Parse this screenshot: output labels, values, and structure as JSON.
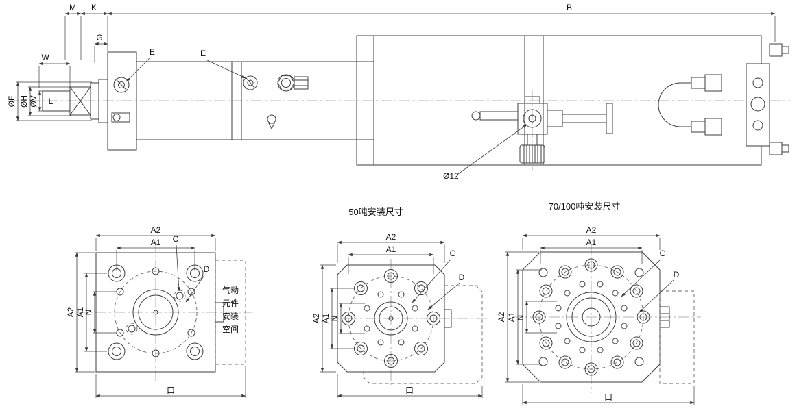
{
  "side_view": {
    "dim_M": "M",
    "dim_K": "K",
    "dim_B": "B",
    "dim_G": "G",
    "dim_W": "W",
    "dim_E": "E",
    "dim_phi_f": "ØF",
    "dim_phi_h": "ØH",
    "dim_phi_v": "ØV",
    "dim_L": "L",
    "dim_phi_12": "Ø12"
  },
  "end_views": {
    "dims": {
      "A1": "A1",
      "A2": "A2",
      "N": "N",
      "C": "C",
      "D": "D",
      "bottom": "口"
    },
    "titles": {
      "t50": "50吨安装尺寸",
      "t70_100": "70/100吨安装尺寸"
    },
    "note_lines": [
      "气动",
      "元件",
      "安装",
      "空间"
    ]
  },
  "colors": {
    "line": "#3c3c3c",
    "centerline": "#9a9a9a",
    "background": "#ffffff"
  }
}
